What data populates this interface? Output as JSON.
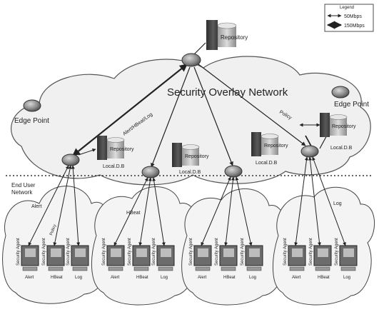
{
  "legend": {
    "title": "Legend",
    "items": [
      "50Mbps",
      "150Mbps"
    ]
  },
  "overlay_title": "Security Overlay Network",
  "end_user_network_label": "End User Network",
  "edge_point_label": "Edge Point",
  "repository_label": "Repository",
  "local_db_label": "Local.D.B",
  "link_labels": {
    "alert_hbeat_log": "Alert/HBeat/Log",
    "policy": "Policy",
    "alert": "Alert",
    "policy_small": "Policy",
    "hbeat": "HBeat",
    "log": "Log"
  },
  "agent_labels": [
    "Alert",
    "HBeat",
    "Log"
  ],
  "side_label": "Security Agent",
  "colors": {
    "router": "#8a8a8a",
    "cloud": "#f2f2f2",
    "server": "#4a4a4a",
    "db": "#b5b5b5",
    "ink": "#222222"
  }
}
